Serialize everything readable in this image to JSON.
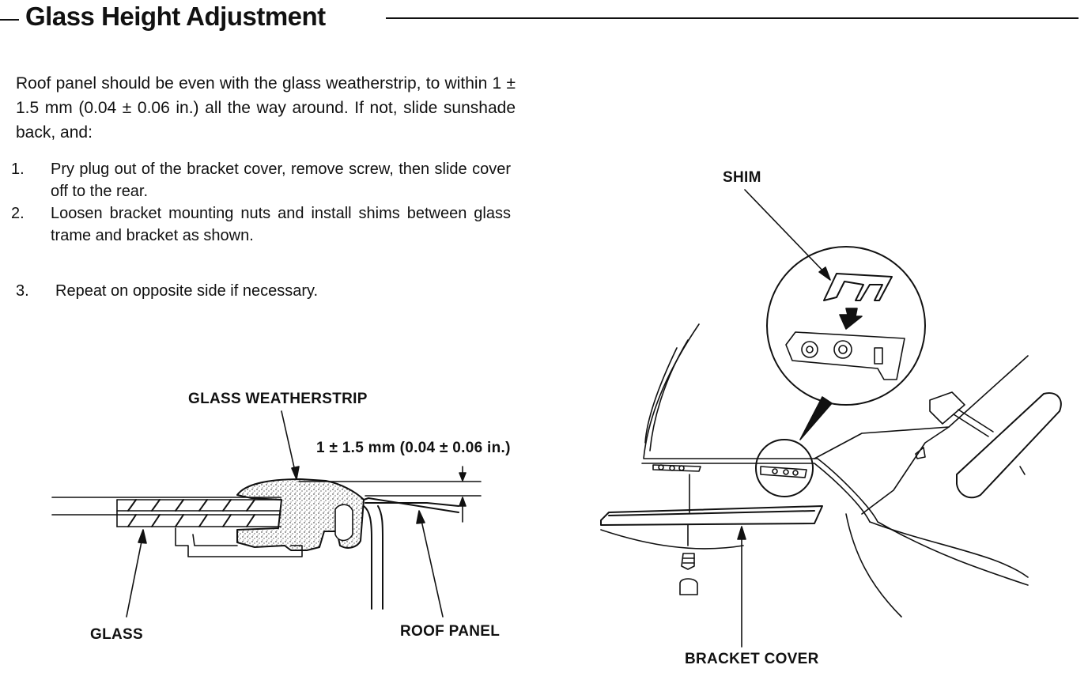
{
  "page": {
    "title": "Glass Height Adjustment",
    "intro": "Roof panel should be even with the glass weatherstrip, to within 1 ± 1.5 mm (0.04 ± 0.06 in.) all the way around. If not, slide sunshade back, and:",
    "steps": [
      {
        "num": "1.",
        "text": "Pry plug out of the bracket cover, remove screw, then slide cover off to the rear."
      },
      {
        "num": "2.",
        "text": "Loosen bracket mounting nuts and install shims between glass trame and bracket as shown."
      },
      {
        "num": "3.",
        "text": "Repeat on opposite side if necessary."
      }
    ]
  },
  "figure_left": {
    "labels": {
      "weatherstrip": "GLASS WEATHERSTRIP",
      "dimension": "1 ± 1.5 mm (0.04 ± 0.06 in.)",
      "glass": "GLASS",
      "roof_panel": "ROOF PANEL"
    }
  },
  "figure_right": {
    "labels": {
      "shim": "SHIM",
      "bracket_cover": "BRACKET COVER"
    }
  }
}
